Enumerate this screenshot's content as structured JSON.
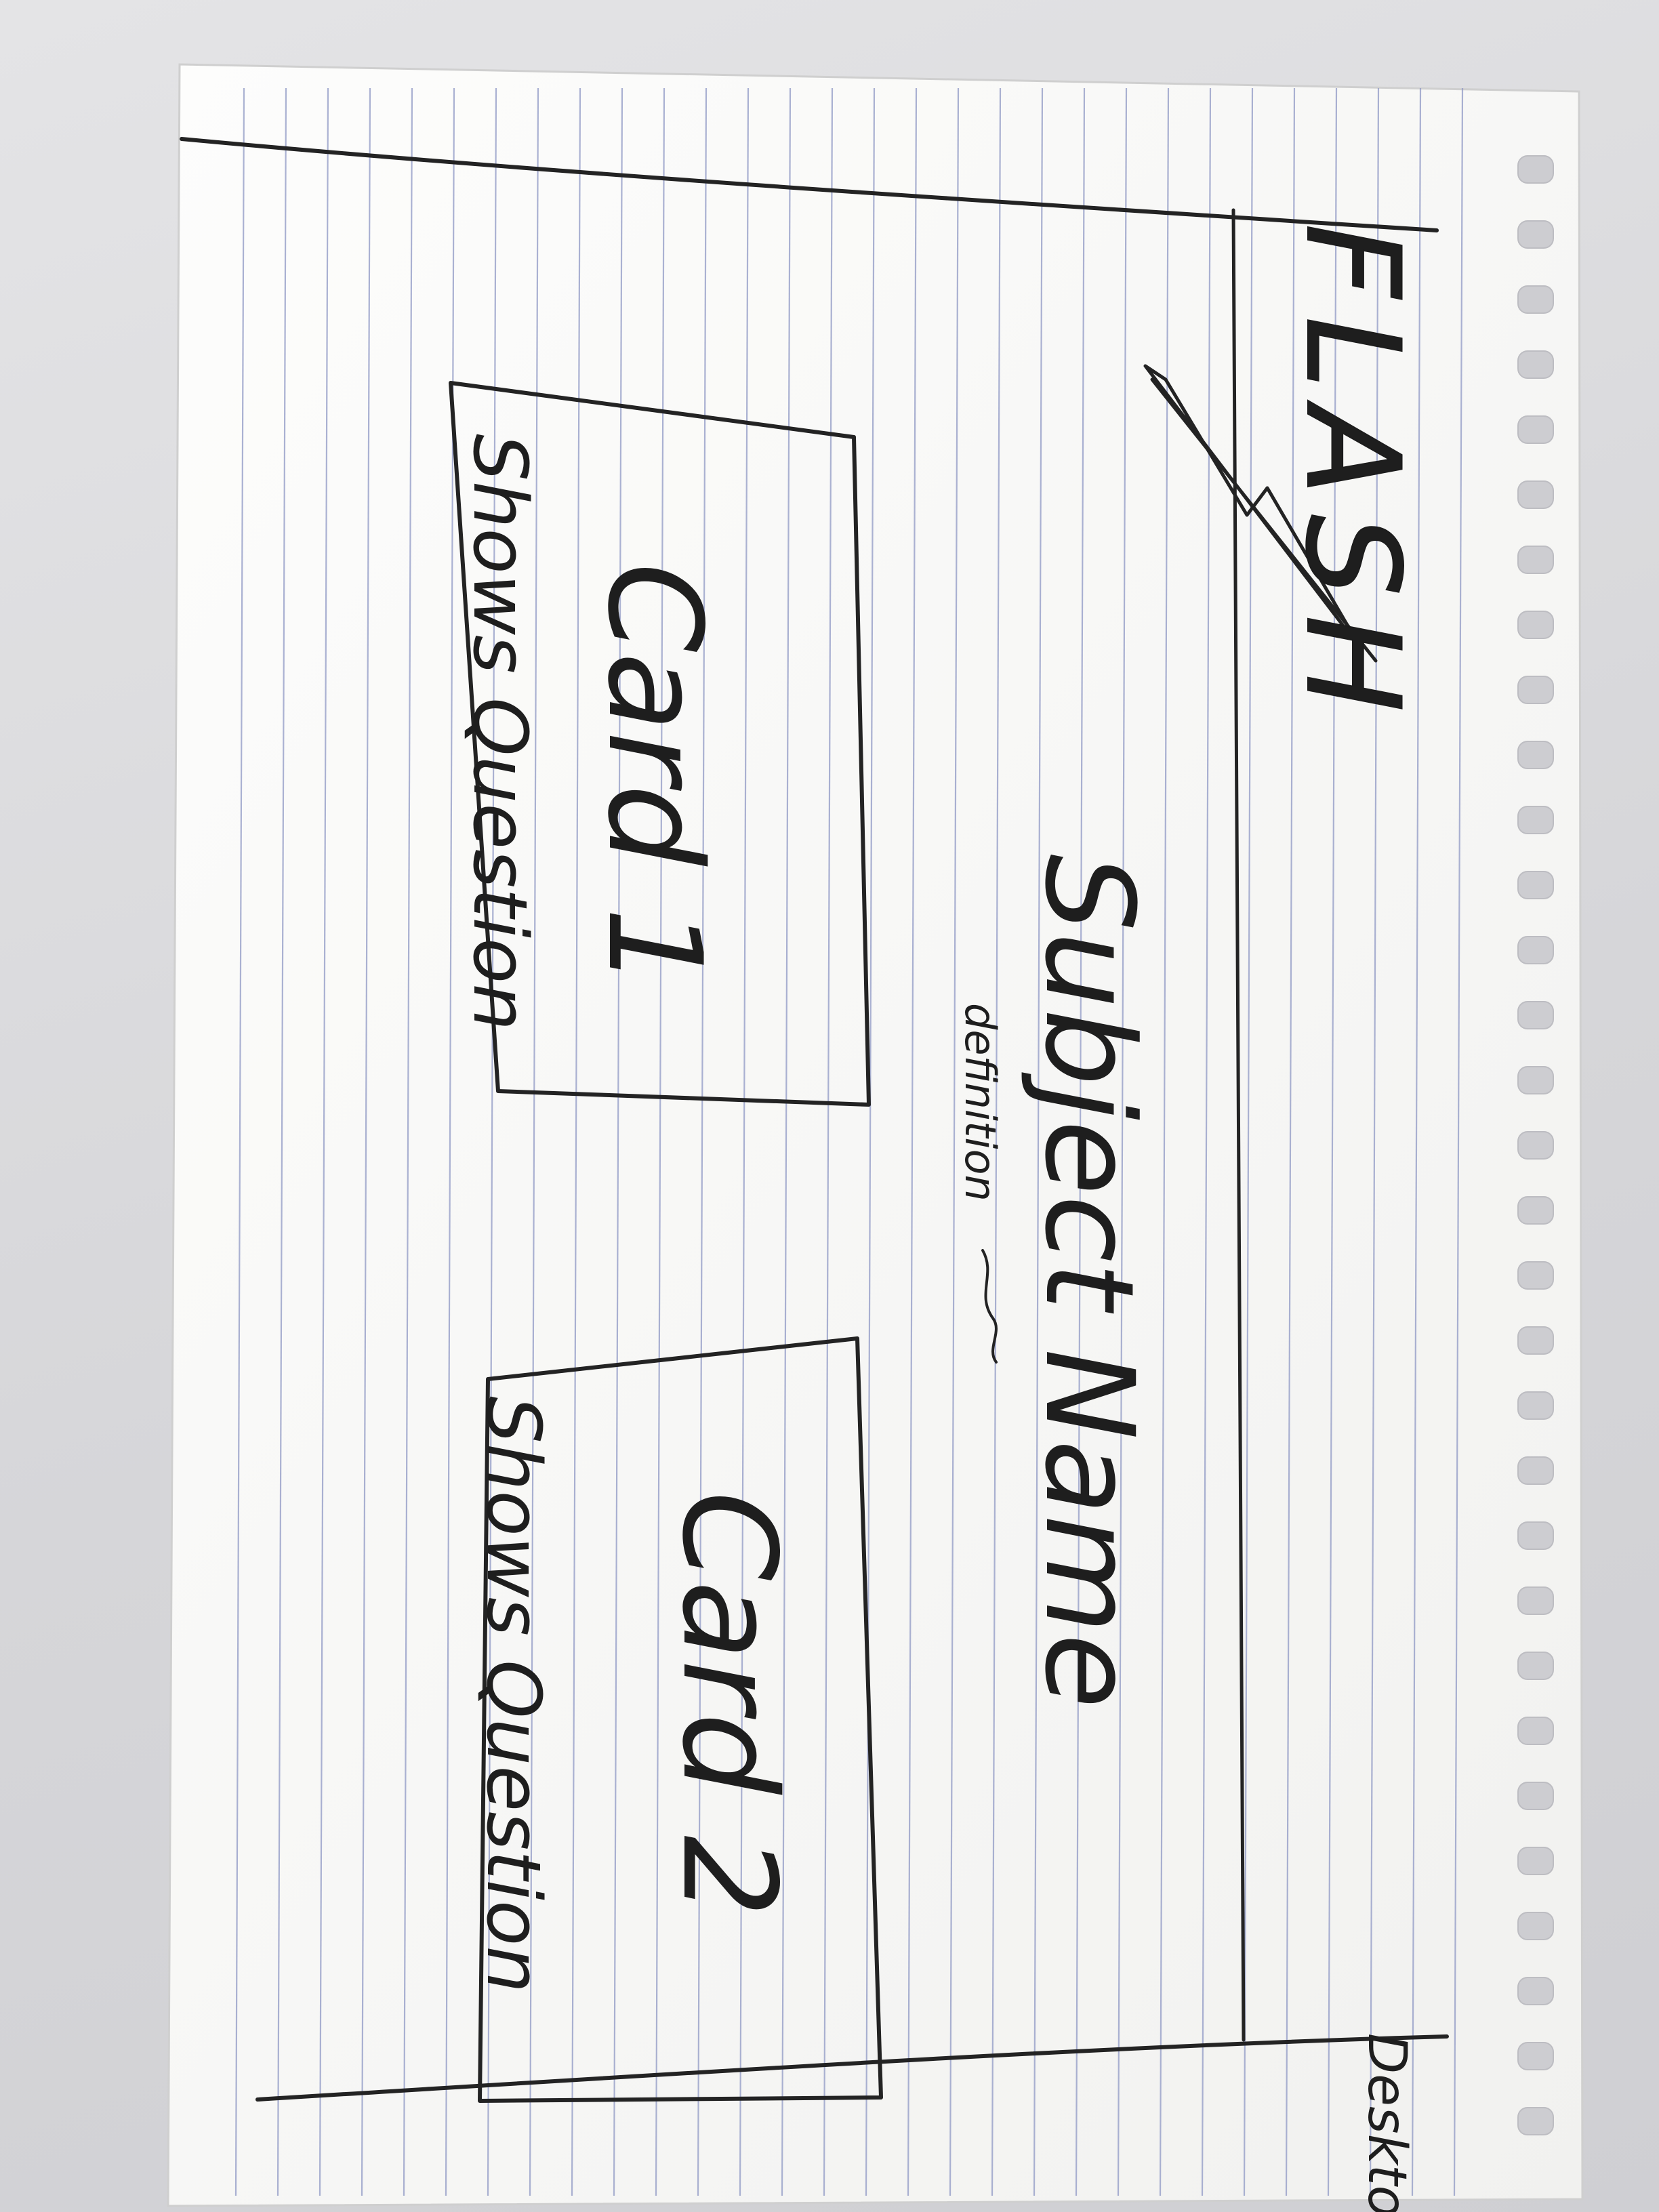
{
  "sketch": {
    "logo_text": "FLASH",
    "subject_title": "Subject Name",
    "subject_subtitle": "definition",
    "cards": [
      {
        "title": "Card 1",
        "body": "Shows Question"
      },
      {
        "title": "Card 2",
        "body": "Shows Question"
      }
    ],
    "corner_label": "Desktop"
  },
  "colors": {
    "paper": "#fbfbfa",
    "rule_lines": "#8f98c4",
    "ink": "#232323",
    "background": "#d6d6d9"
  }
}
